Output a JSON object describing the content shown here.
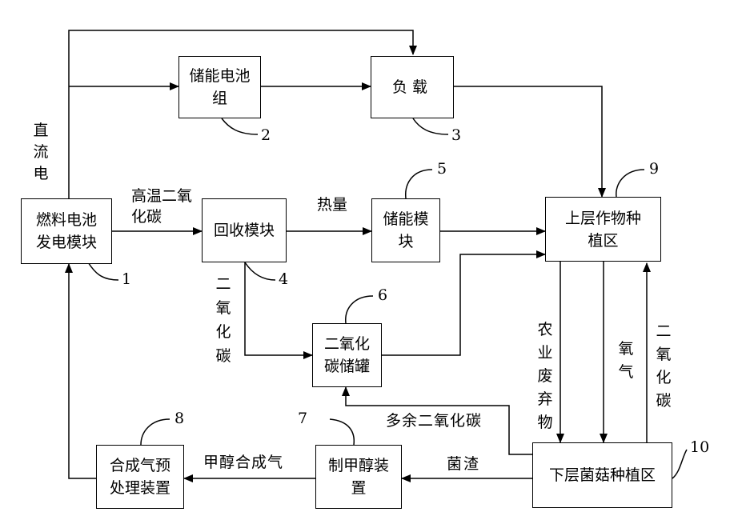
{
  "boxes": {
    "fuel_cell": "燃料电池发电模块",
    "battery": "储能电池组",
    "load": "负载",
    "recovery": "回收模块",
    "storage": "储能模块",
    "upper": "上层作物种植区",
    "co2_tank": "二氧化碳储罐",
    "methanol": "制甲醇装置",
    "lower": "下层菌菇种植区",
    "syngas": "合成气预处理装置"
  },
  "labels": {
    "dc": "直流电",
    "high_temp_co2": "高温二氧化碳",
    "heat": "热量",
    "co2_a": "二氧化碳",
    "agri_waste": "农业废弃物",
    "oxygen": "氧气",
    "co2_b": "二氧化碳",
    "excess_co2": "多余二氧化碳",
    "residue": "菌渣",
    "methanol_syngas": "甲醇合成气"
  },
  "refs": {
    "r1": "1",
    "r2": "2",
    "r3": "3",
    "r4": "4",
    "r5": "5",
    "r6": "6",
    "r7": "7",
    "r8": "8",
    "r9": "9",
    "r10": "10"
  }
}
